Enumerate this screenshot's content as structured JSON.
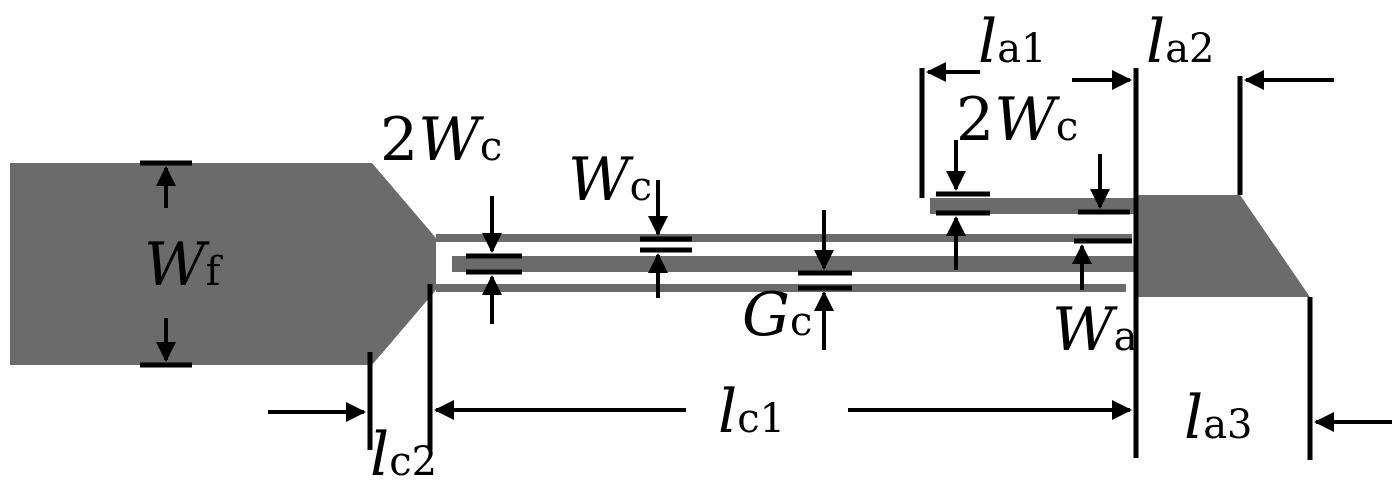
{
  "diagram": {
    "colors": {
      "metal": "#6b6b6b",
      "line": "#000000",
      "background": "#ffffff"
    },
    "labels": {
      "wf": {
        "main": "W",
        "sub": "f"
      },
      "wc": {
        "main": "W",
        "sub": "c"
      },
      "wc2_left": {
        "prefix": "2",
        "main": "W",
        "sub": "c"
      },
      "wc2_right": {
        "prefix": "2",
        "main": "W",
        "sub": "c"
      },
      "gc": {
        "main": "G",
        "sub": "c"
      },
      "wa": {
        "main": "W",
        "sub": "a"
      },
      "lc1": {
        "main": "l",
        "sub": "c1"
      },
      "lc2": {
        "main": "l",
        "sub": "c2"
      },
      "la1": {
        "main": "l",
        "sub": "a1"
      },
      "la2": {
        "main": "l",
        "sub": "a2"
      },
      "la3": {
        "main": "l",
        "sub": "a3"
      }
    }
  }
}
